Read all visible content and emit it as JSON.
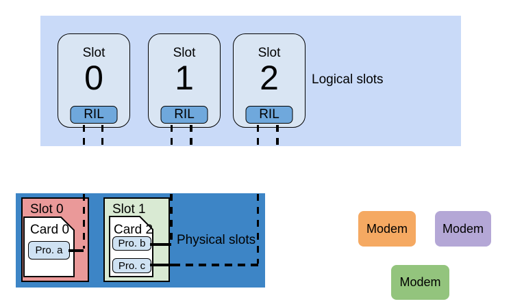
{
  "palette": {
    "logical_box": "#c9daf8",
    "slot_card_fill": "#d9e5f3",
    "ril_fill": "#6fa8dc",
    "physical_box": "#3d85c6",
    "physical_slot0_fill": "#ea9999",
    "physical_slot1_fill": "#d9ead3",
    "card_fill": "#ffffff",
    "profile_chip_fill": "#cfe2f3",
    "modem_orange": "#f5a962",
    "modem_purple": "#b4a7d6",
    "modem_green": "#93c47d",
    "line_color": "#000000"
  },
  "logical": {
    "label": "Logical slots",
    "slots": [
      {
        "word": "Slot",
        "number": "0",
        "badge": "RIL"
      },
      {
        "word": "Slot",
        "number": "1",
        "badge": "RIL"
      },
      {
        "word": "Slot",
        "number": "2",
        "badge": "RIL"
      }
    ]
  },
  "physical": {
    "label": "Physical slots",
    "slot0": {
      "title": "Slot 0",
      "card_title": "Card 0",
      "profile_a": "Pro. a"
    },
    "slot1": {
      "title": "Slot 1",
      "card_title": "Card 2",
      "profile_b": "Pro. b",
      "profile_c": "Pro. c"
    }
  },
  "modems": [
    {
      "label": "Modem",
      "color": "#f5a962"
    },
    {
      "label": "Modem",
      "color": "#b4a7d6"
    },
    {
      "label": "Modem",
      "color": "#93c47d"
    }
  ]
}
